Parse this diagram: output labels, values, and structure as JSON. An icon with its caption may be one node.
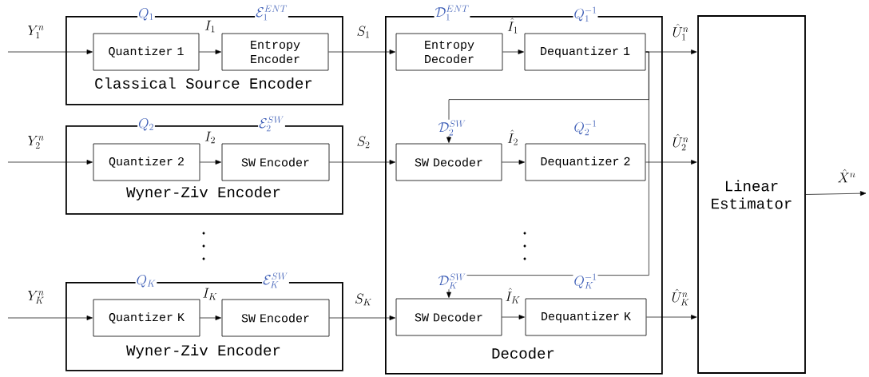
{
  "diagram": {
    "nodes": [
      {
        "text": [
          "Classical Source Encoder"
        ]
      },
      {
        "text": [
          "Quantizer 1"
        ],
        "in": 0
      },
      {
        "text": [
          "Entropy Encoder"
        ],
        "in": 0
      },
      {
        "text": [
          "Wyner-Ziv Encoder"
        ]
      },
      {
        "text": [
          "Quantizer 2"
        ],
        "in": 3
      },
      {
        "text": [
          "SW Encoder"
        ],
        "in": 3
      },
      {
        "text": [
          "Wyner-Ziv Encoder"
        ]
      },
      {
        "text": [
          "Quantizer K"
        ],
        "in": 6
      },
      {
        "text": [
          "SW Encoder"
        ],
        "in": 6
      },
      {
        "text": [
          "Decoder"
        ]
      },
      {
        "text": [
          "Entropy Decoder"
        ],
        "in": 9
      },
      {
        "text": [
          "Dequantizer 1"
        ],
        "in": 9
      },
      {
        "text": [
          "SW Decoder"
        ],
        "in": 9
      },
      {
        "text": [
          "Dequantizer 2"
        ],
        "in": 9
      },
      {
        "text": [
          "SW Decoder"
        ],
        "in": 9
      },
      {
        "text": [
          "Dequantizer K"
        ],
        "in": 9
      },
      {
        "text": [
          "Linear Estimator"
        ]
      }
    ],
    "edges": [
      {
        "from": null,
        "to": 1,
        "arrow": "to",
        "label": "Y_{1}^{n}"
      },
      {
        "from": 1,
        "to": 2,
        "arrow": "to",
        "label": "I_{1}"
      },
      {
        "from": 2,
        "to": 10,
        "arrow": "to",
        "label": "S_{1}"
      },
      {
        "from": 10,
        "to": 11,
        "arrow": "to",
        "label": "\\hat{I}_{1}"
      },
      {
        "from": 11,
        "to": 16,
        "arrow": "to",
        "label": "\\hat{U}_{1}^{n}"
      },
      {
        "from": null,
        "to": 4,
        "arrow": "to",
        "label": "Y_{2}^{n}"
      },
      {
        "from": 4,
        "to": 5,
        "arrow": "to",
        "label": "I_{2}"
      },
      {
        "from": 5,
        "to": 12,
        "arrow": "to",
        "label": "S_{2}"
      },
      {
        "from": 12,
        "to": 13,
        "arrow": "to",
        "label": "\\hat{I}_{2}"
      },
      {
        "from": 13,
        "to": 16,
        "arrow": "to",
        "label": "\\hat{U}_{2}^{n}"
      },
      {
        "from": null,
        "to": 7,
        "arrow": "to",
        "label": "Y_{K}^{n}"
      },
      {
        "from": 7,
        "to": 8,
        "arrow": "to",
        "label": "I_{K}"
      },
      {
        "from": 8,
        "to": 14,
        "arrow": "to",
        "label": "S_{K}"
      },
      {
        "from": 14,
        "to": 15,
        "arrow": "to",
        "label": "\\hat{I}_{K}"
      },
      {
        "from": 15,
        "to": 16,
        "arrow": "to",
        "label": "\\hat{U}_{K}^{n}"
      },
      {
        "from": 11,
        "to": 12,
        "arrow": "to"
      },
      {
        "from": 11,
        "to": 14,
        "arrow": "to"
      },
      {
        "from": 16,
        "to": null,
        "arrow": "to",
        "label": "\\hat{X}^{n}"
      }
    ],
    "labels": [
      "Q_{1}",
      "\\mathcal{E}_{1}^{ENT}",
      "\\mathcal{D}_{1}^{ENT}",
      "Q_{1}^{-1}",
      "Q_{2}",
      "\\mathcal{E}_{2}^{SW}",
      "\\mathcal{D}_{2}^{SW}",
      "Q_{2}^{-1}",
      "Q_{K}",
      "\\mathcal{E}_{K}^{SW}",
      "\\mathcal{D}_{K}^{SW}",
      "Q_{K}^{-1}"
    ]
  }
}
